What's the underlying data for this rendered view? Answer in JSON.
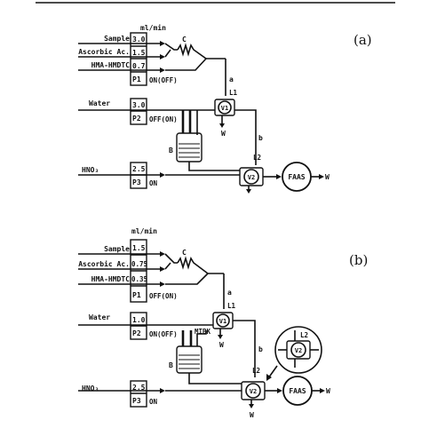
{
  "panel_a": {
    "label": "(a)",
    "flow_unit": "ml/min",
    "streams": [
      {
        "name": "Sample",
        "rate": "3.0"
      },
      {
        "name": "Ascorbic Ac.",
        "rate": "1.5"
      },
      {
        "name": "HMA-HMDTC",
        "rate": "0.7"
      }
    ],
    "pump1": {
      "label": "P1",
      "state": "ON(OFF)"
    },
    "water": {
      "name": "Water",
      "rate": "3.0",
      "pump": "P2",
      "state": "OFF(ON)"
    },
    "hno3": {
      "name": "HNO₃",
      "rate": "2.5",
      "pump": "P3",
      "state": "ON"
    },
    "coil": "C",
    "loops": [
      "a",
      "b"
    ],
    "valves": [
      {
        "label": "V1",
        "loop": "L1"
      },
      {
        "label": "V2",
        "loop": "L2"
      }
    ],
    "waste": "W",
    "column": "B",
    "detector": "FAAS"
  },
  "panel_b": {
    "label": "(b)",
    "flow_unit": "ml/min",
    "streams": [
      {
        "name": "Sample",
        "rate": "1.5"
      },
      {
        "name": "Ascorbic Ac.",
        "rate": "0.75"
      },
      {
        "name": "HMA-HMDTC",
        "rate": "0.35"
      }
    ],
    "pump1": {
      "label": "P1",
      "state": "OFF(ON)"
    },
    "water": {
      "name": "Water",
      "rate": "1.0",
      "pump": "P2",
      "state": "ON(OFF)"
    },
    "hno3": {
      "name": "HNO₃",
      "rate": "2.5",
      "pump": "P3",
      "state": "ON"
    },
    "coil": "C",
    "loops": [
      "a",
      "b"
    ],
    "valves": [
      {
        "label": "V1",
        "loop": "L1"
      },
      {
        "label": "V2",
        "loop": "L2"
      }
    ],
    "inset_valve": {
      "label": "V2",
      "loop": "L2"
    },
    "mibk": "MIBK",
    "waste": "W",
    "column": "B",
    "detector": "FAAS"
  }
}
